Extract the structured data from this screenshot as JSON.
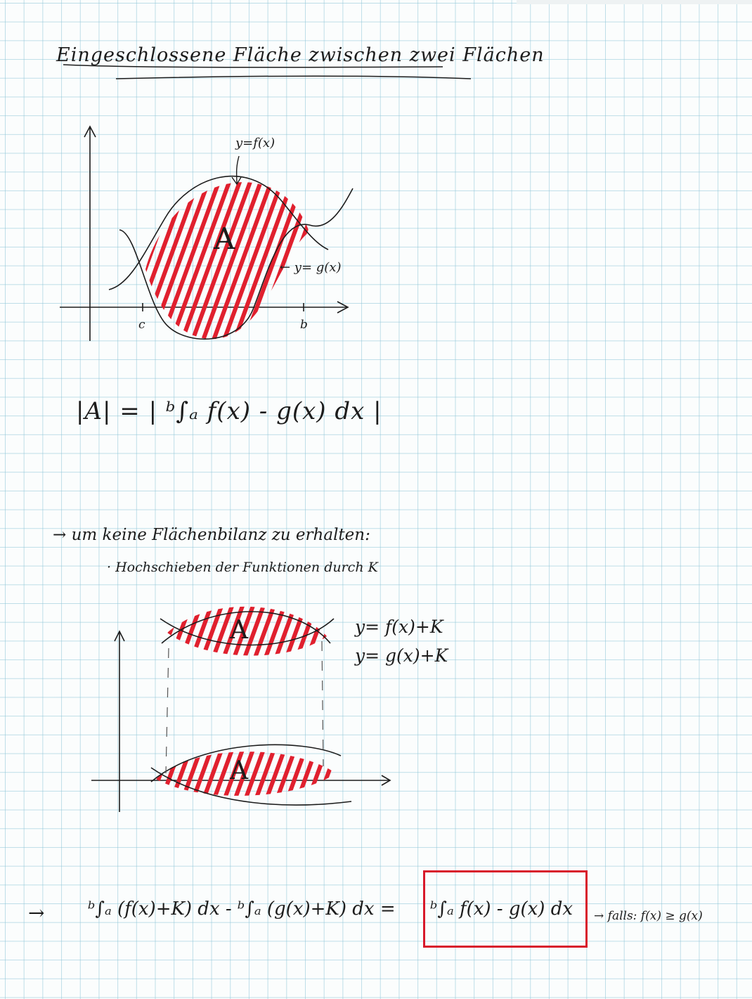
{
  "title": "Eingeschlossene Fläche zwischen zwei Flächen",
  "graph1": {
    "label_f": "y=f(x)",
    "label_g": "← y= g(x)",
    "area": "A",
    "tick_a": "c",
    "tick_b": "b"
  },
  "formula1": "|A| = | ᵇ∫ₐ f(x) - g(x) dx |",
  "note_line": "→ um keine Flächenbilanz zu erhalten:",
  "note_bullet": "· Hochschieben der Funktionen durch K",
  "graph2": {
    "label_fk": "y= f(x)+K",
    "label_gk": "y= g(x)+K",
    "area_top": "A",
    "area_bottom": "A"
  },
  "formula2": {
    "arrow": "→",
    "left": "ᵇ∫ₐ (f(x)+K) dx - ᵇ∫ₐ (g(x)+K) dx =",
    "boxed": "ᵇ∫ₐ f(x) - g(x) dx",
    "condition": "→ falls: f(x) ≥ g(x)"
  },
  "colors": {
    "hatch": "#e0202e",
    "ink": "#1c1c1c",
    "box": "#d8192b",
    "grid": "#8cc4d7"
  }
}
